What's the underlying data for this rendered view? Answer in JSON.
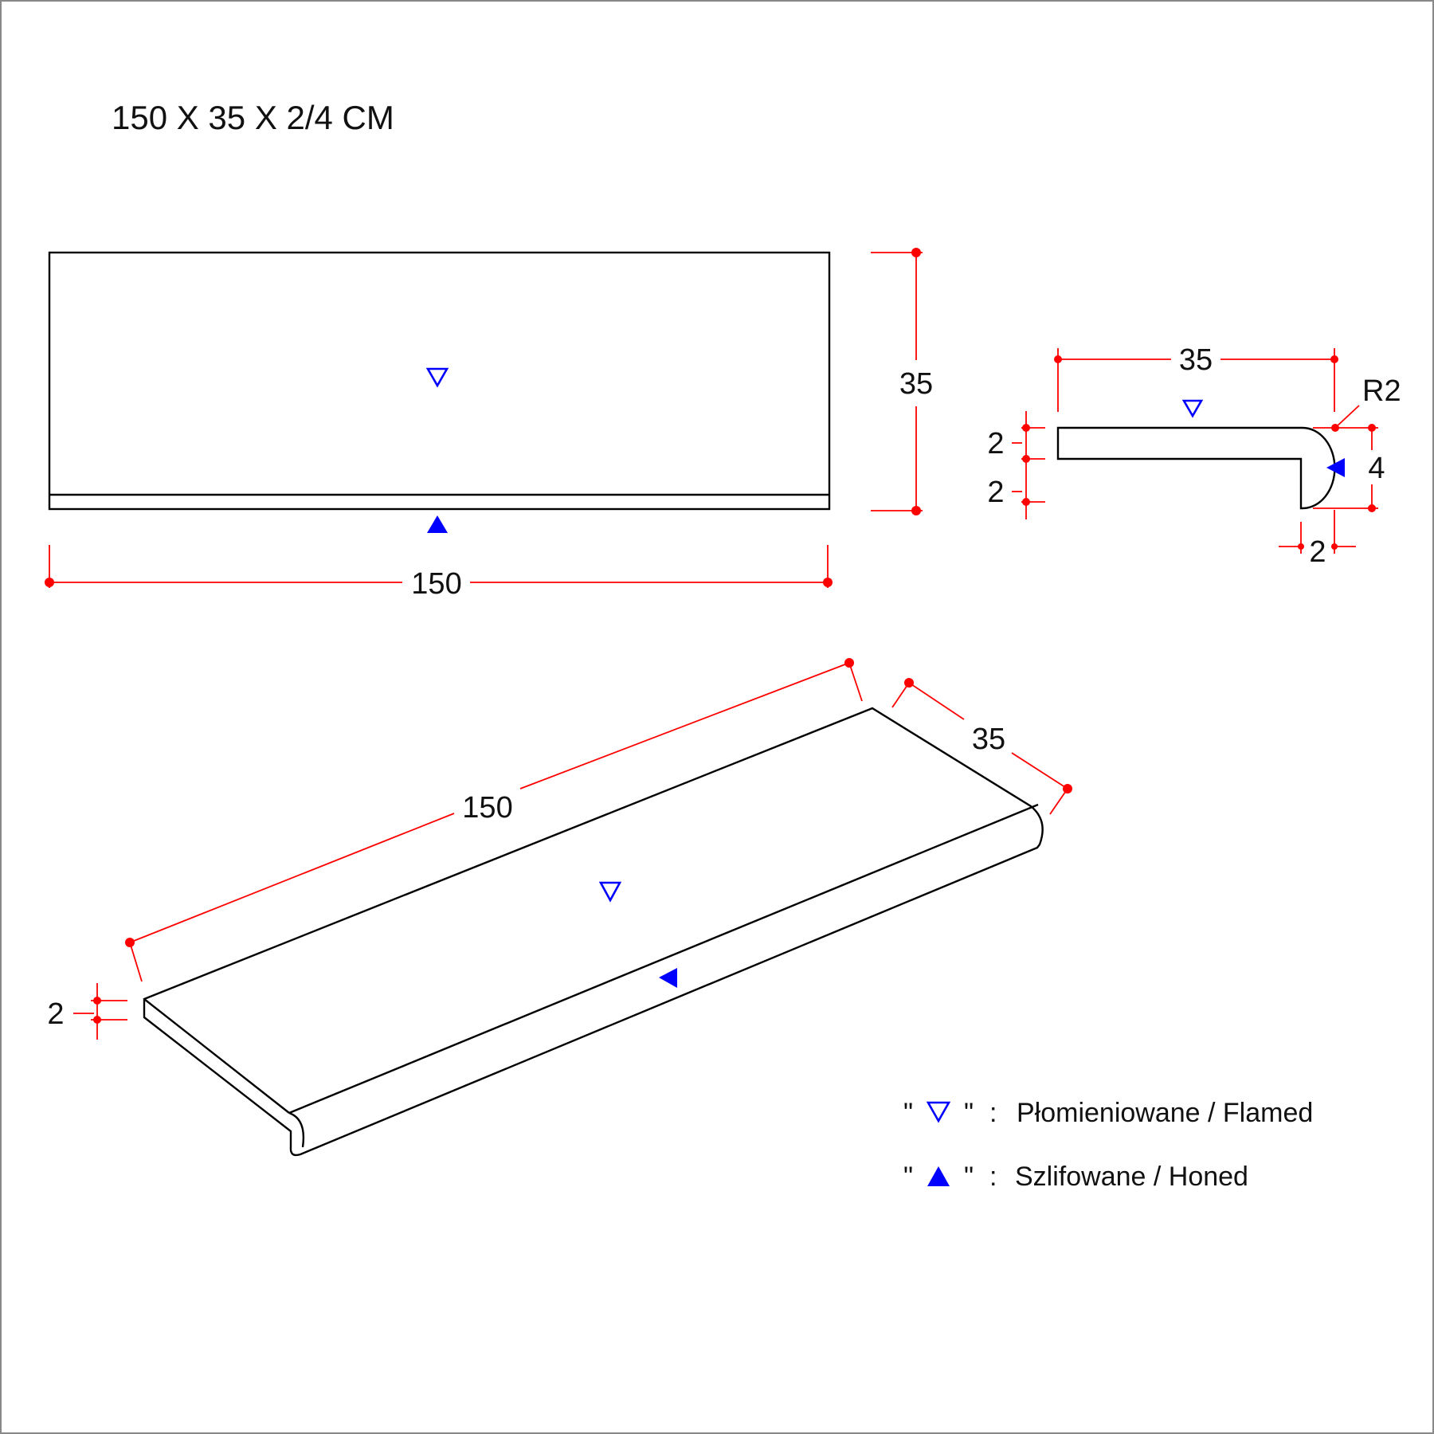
{
  "title": "150 X 35 X 2/4 CM",
  "top_view": {
    "length": "150",
    "width": "35"
  },
  "section_view": {
    "width": "35",
    "radius": "R2",
    "thickness_top": "2",
    "thickness_bottom": "2",
    "nose_height": "4",
    "nose_depth": "2"
  },
  "iso_view": {
    "length": "150",
    "width": "35",
    "thickness": "2"
  },
  "legend": {
    "flamed": {
      "quote_open": "\"",
      "quote_close": "\"",
      "colon": ":",
      "text": "Płomieniowane / Flamed"
    },
    "honed": {
      "quote_open": "\"",
      "quote_close": "\"",
      "colon": ":",
      "text": "Szlifowane / Honed"
    }
  },
  "colors": {
    "dimension": "#ff0000",
    "finish_marker": "#0000ff",
    "outline": "#000000"
  }
}
